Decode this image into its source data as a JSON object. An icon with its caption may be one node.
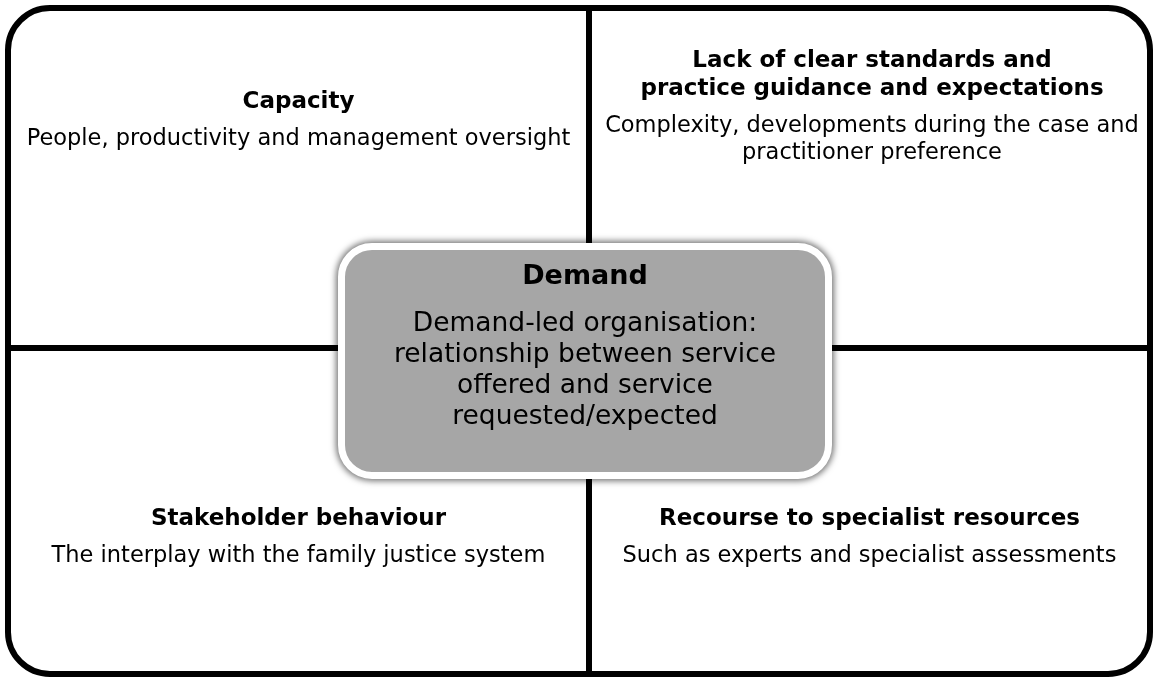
{
  "diagram": {
    "nodes": [
      {
        "text": [
          "Capacity",
          "People, productivity and management oversight"
        ]
      },
      {
        "text": [
          "Lack of clear standards and practice guidance and expectations",
          "Complexity, developments during the case and practitioner preference"
        ]
      },
      {
        "text": [
          "Stakeholder behaviour",
          "The interplay with the family justice system"
        ]
      },
      {
        "text": [
          "Recourse to specialist resources",
          "Such as experts and specialist assessments"
        ]
      },
      {
        "text": [
          "Demand",
          "Demand-led organisation: relationship between service offered and service requested/expected"
        ]
      }
    ],
    "edges": []
  }
}
